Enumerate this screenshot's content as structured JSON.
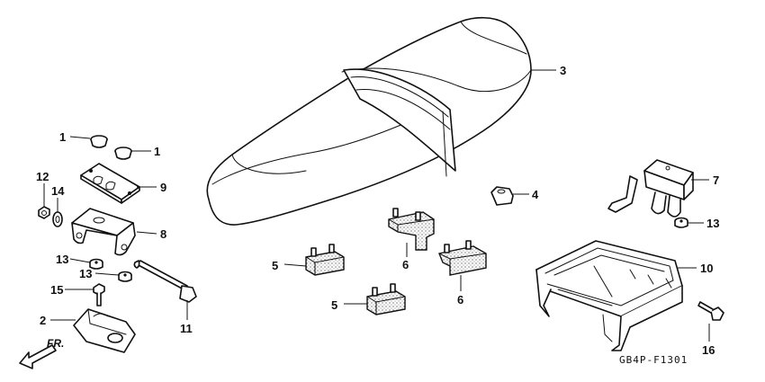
{
  "diagram": {
    "figure_code": "GB4P-F1301",
    "direction_label": "FR.",
    "callouts": [
      {
        "id": "c1a",
        "label": "1"
      },
      {
        "id": "c1b",
        "label": "1"
      },
      {
        "id": "c2",
        "label": "2"
      },
      {
        "id": "c3",
        "label": "3"
      },
      {
        "id": "c4",
        "label": "4"
      },
      {
        "id": "c5a",
        "label": "5"
      },
      {
        "id": "c5b",
        "label": "5"
      },
      {
        "id": "c6a",
        "label": "6"
      },
      {
        "id": "c6b",
        "label": "6"
      },
      {
        "id": "c7",
        "label": "7"
      },
      {
        "id": "c8",
        "label": "8"
      },
      {
        "id": "c9",
        "label": "9"
      },
      {
        "id": "c10",
        "label": "10"
      },
      {
        "id": "c11",
        "label": "11"
      },
      {
        "id": "c12",
        "label": "12"
      },
      {
        "id": "c13a",
        "label": "13"
      },
      {
        "id": "c13b",
        "label": "13"
      },
      {
        "id": "c13c",
        "label": "13"
      },
      {
        "id": "c14",
        "label": "14"
      },
      {
        "id": "c15",
        "label": "15"
      },
      {
        "id": "c16",
        "label": "16"
      }
    ]
  }
}
